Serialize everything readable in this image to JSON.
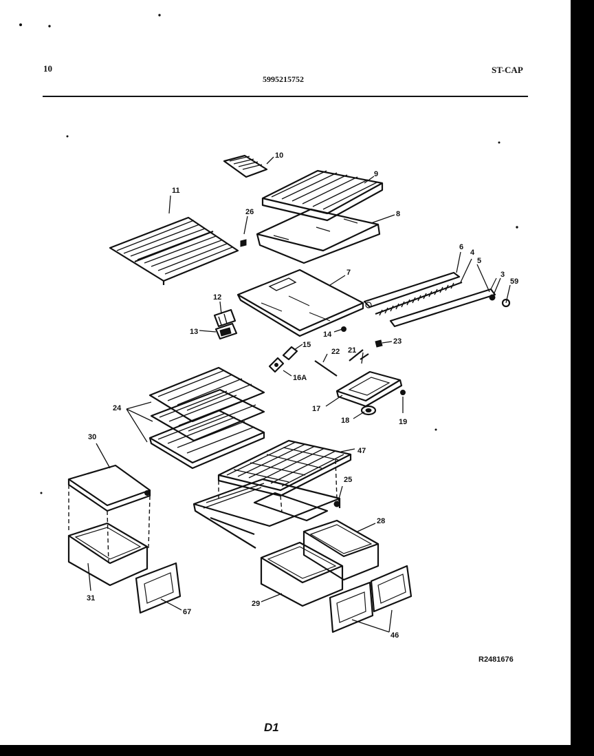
{
  "header": {
    "page_number": "10",
    "model_number": "5995215752",
    "section": "ST-CAP"
  },
  "diagram": {
    "reference_code": "R2481676",
    "page_code": "D1",
    "callouts": [
      "10",
      "9",
      "11",
      "26",
      "8",
      "6",
      "4",
      "5",
      "3",
      "59",
      "7",
      "12",
      "13",
      "14",
      "15",
      "16A",
      "22",
      "23",
      "21",
      "17",
      "18",
      "19",
      "24",
      "30",
      "47",
      "25",
      "28",
      "31",
      "29",
      "67",
      "46"
    ]
  }
}
